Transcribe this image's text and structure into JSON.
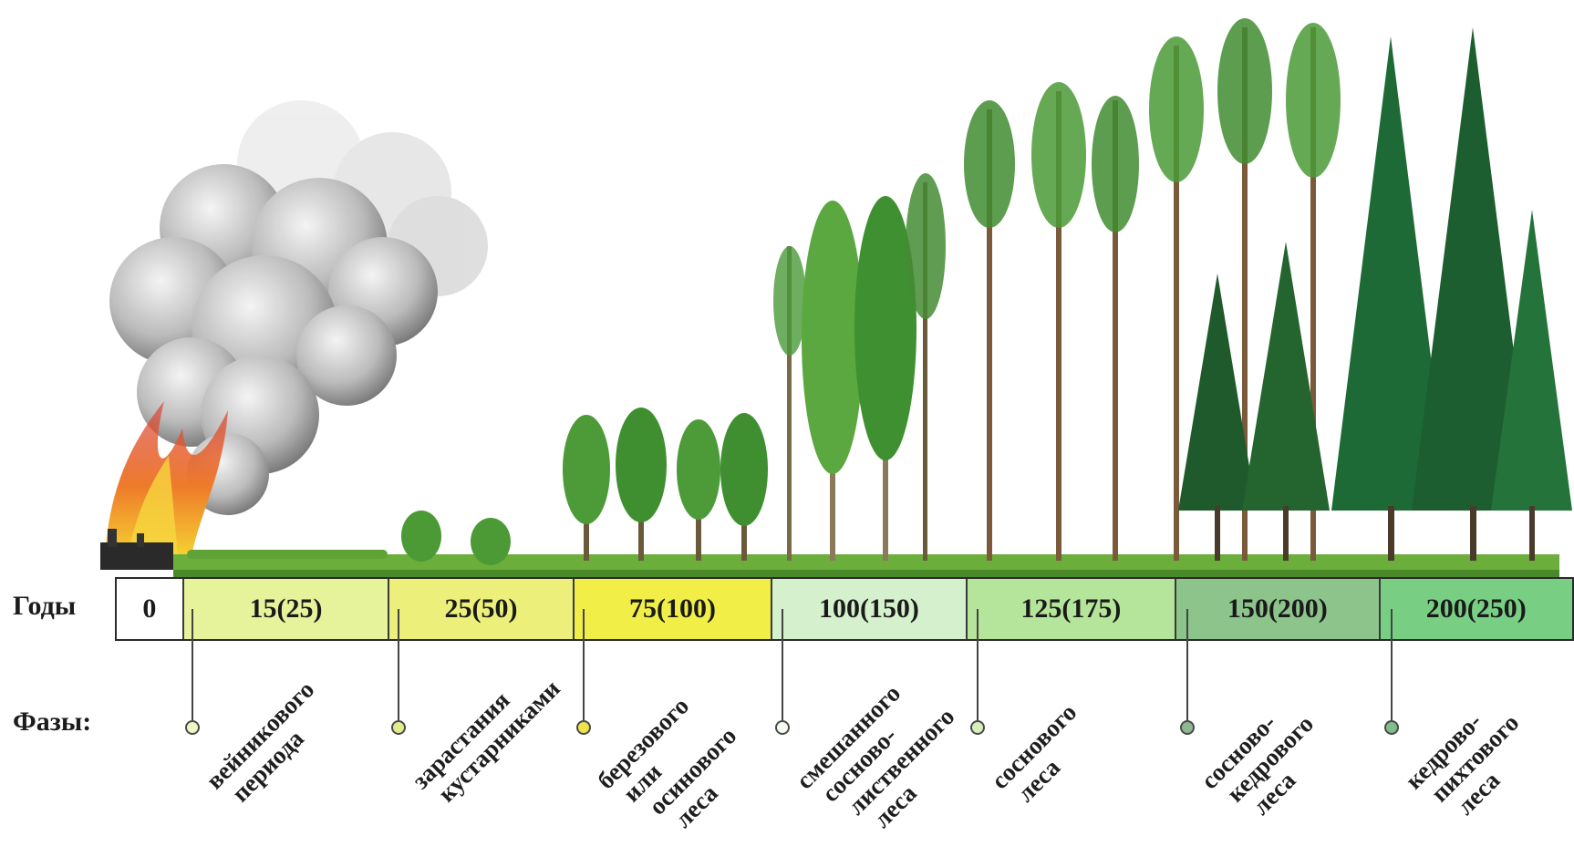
{
  "years_label": "Годы",
  "phases_label": "Фазы:",
  "periods": [
    {
      "years": "0",
      "color": "#ffffff",
      "phase": []
    },
    {
      "years": "15(25)",
      "color": "#e6f39a",
      "phase": [
        "вейникового",
        "периода"
      ],
      "dot": "#eef6c8"
    },
    {
      "years": "25(50)",
      "color": "#ecf07a",
      "phase": [
        "зарастания",
        "кустарниками"
      ],
      "dot": "#e2ec8e"
    },
    {
      "years": "75(100)",
      "color": "#f1ef47",
      "phase": [
        "березового",
        "или",
        "осинового",
        "леса"
      ],
      "dot": "#f0e34a"
    },
    {
      "years": "100(150)",
      "color": "#d4f0cc",
      "phase": [
        "смешанного",
        "сосново-",
        "лиственного",
        "леса"
      ],
      "dot": "#f4fbf0"
    },
    {
      "years": "125(175)",
      "color": "#b5e59a",
      "phase": [
        "соснового",
        "леса"
      ],
      "dot": "#d9eebd"
    },
    {
      "years": "150(200)",
      "color": "#8dc48c",
      "phase": [
        "сосново-",
        "кедрового",
        "леса"
      ],
      "dot": "#8fb890"
    },
    {
      "years": "200(250)",
      "color": "#78cf84",
      "phase": [
        "кедрово-",
        "пихтового",
        "леса"
      ],
      "dot": "#80bf8a"
    }
  ]
}
